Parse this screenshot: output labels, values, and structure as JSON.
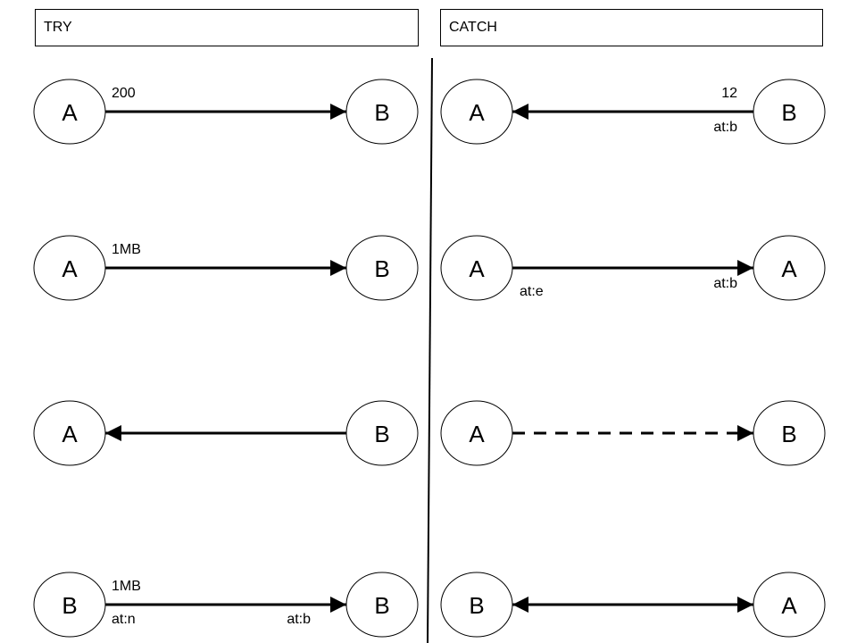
{
  "headers": {
    "try": "TRY",
    "catch": "CATCH"
  },
  "colors": {
    "stroke": "#000000",
    "background": "#ffffff"
  },
  "try_rows": [
    {
      "left_node": "A",
      "right_node": "B",
      "arrow": "right",
      "style": "solid",
      "label_top": "200",
      "label_bottom_left": "",
      "label_bottom_right": ""
    },
    {
      "left_node": "A",
      "right_node": "B",
      "arrow": "right",
      "style": "solid",
      "label_top": "1MB",
      "label_bottom_left": "",
      "label_bottom_right": ""
    },
    {
      "left_node": "A",
      "right_node": "B",
      "arrow": "left",
      "style": "solid",
      "label_top": "",
      "label_bottom_left": "",
      "label_bottom_right": ""
    },
    {
      "left_node": "B",
      "right_node": "B",
      "arrow": "right",
      "style": "solid",
      "label_top": "1MB",
      "label_bottom_left": "at:n",
      "label_bottom_right": "at:b"
    }
  ],
  "catch_rows": [
    {
      "left_node": "A",
      "right_node": "B",
      "arrow": "left",
      "style": "solid",
      "label_top_right": "12",
      "label_bottom_left": "",
      "label_bottom_right": "at:b"
    },
    {
      "left_node": "A",
      "right_node": "A",
      "arrow": "right",
      "style": "solid",
      "label_top_right": "",
      "label_bottom_left": "at:e",
      "label_bottom_right": "at:b"
    },
    {
      "left_node": "A",
      "right_node": "B",
      "arrow": "right",
      "style": "dashed",
      "label_top_right": "",
      "label_bottom_left": "",
      "label_bottom_right": ""
    },
    {
      "left_node": "B",
      "right_node": "A",
      "arrow": "both",
      "style": "solid",
      "label_top_right": "",
      "label_bottom_left": "",
      "label_bottom_right": ""
    }
  ]
}
